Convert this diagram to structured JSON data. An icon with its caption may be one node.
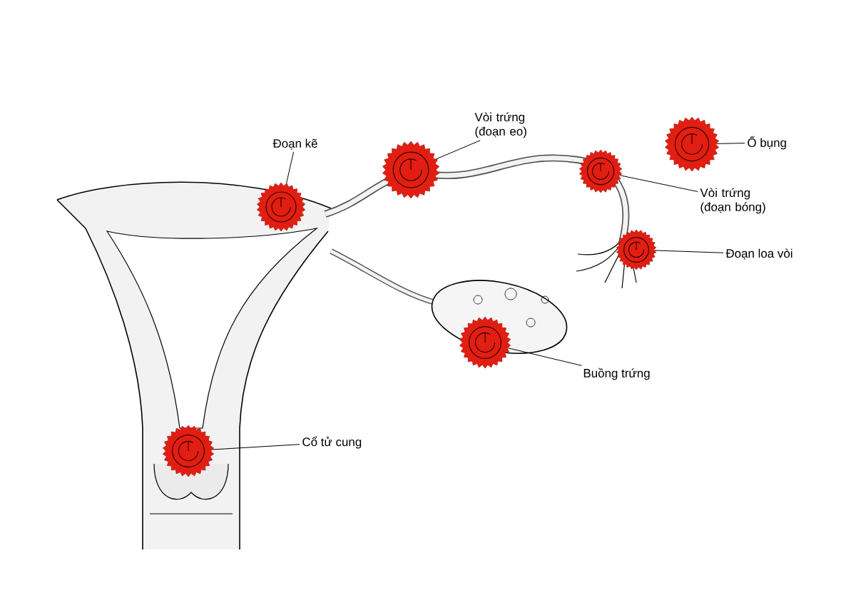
{
  "diagram": {
    "nodes": [
      {
        "text": [
          "Vòi trứng (đoạn eo)"
        ]
      },
      {
        "text": [
          "Ổ bụng"
        ]
      },
      {
        "text": [
          "Đoạn kẽ"
        ]
      },
      {
        "text": [
          "Vòi trứng (đoạn bóng)"
        ]
      },
      {
        "text": [
          "Đoạn loa vòi"
        ]
      },
      {
        "text": [
          "Buồng trứng"
        ]
      },
      {
        "text": [
          "Cổ tử cung"
        ]
      },
      {
        "text": [],
        "shape": "circle"
      },
      {
        "text": [],
        "shape": "circle"
      },
      {
        "text": [],
        "shape": "circle"
      },
      {
        "text": [],
        "shape": "circle"
      },
      {
        "text": [],
        "shape": "circle"
      },
      {
        "text": [],
        "shape": "circle"
      },
      {
        "text": [],
        "shape": "circle"
      }
    ],
    "edges": [
      {
        "from": 2,
        "to": 8,
        "arrow": "none"
      },
      {
        "from": 0,
        "to": 9,
        "arrow": "none"
      },
      {
        "from": 1,
        "to": 13,
        "arrow": "none"
      },
      {
        "from": 3,
        "to": 11,
        "arrow": "none"
      },
      {
        "from": 4,
        "to": 12,
        "arrow": "none"
      },
      {
        "from": 5,
        "to": 10,
        "arrow": "none"
      },
      {
        "from": 6,
        "to": 7,
        "arrow": "none"
      }
    ]
  }
}
